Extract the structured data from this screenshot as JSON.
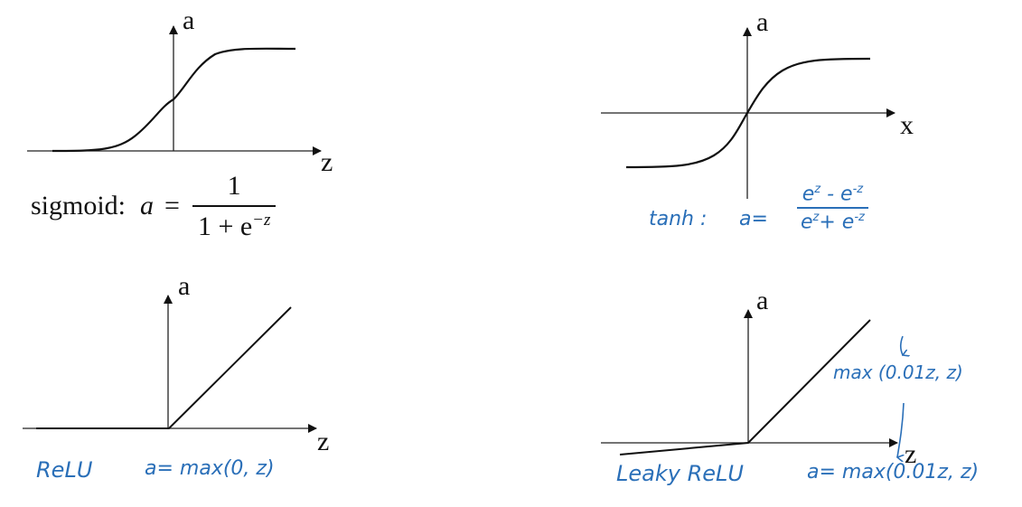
{
  "panels": {
    "sigmoid": {
      "y_label": "a",
      "x_label": "z",
      "formula_name": "sigmoid:",
      "formula_var": "a",
      "formula_eq": "=",
      "numerator": "1",
      "denominator_base": "1 + e",
      "denominator_exp": "−z"
    },
    "tanh": {
      "y_label": "a",
      "x_label": "x",
      "formula_name": "tanh :",
      "formula_lhs": "a=",
      "numerator": "eᵣ - e⁻ᶻ",
      "numerator_parts": [
        "e",
        "z",
        " - e",
        "-z"
      ],
      "denominator_parts": [
        "e",
        "z",
        "+ e",
        "-z"
      ]
    },
    "relu": {
      "y_label": "a",
      "x_label": "z",
      "name": "ReLU",
      "formula": "a= max(0, z)"
    },
    "leaky_relu": {
      "y_label": "a",
      "x_label": "z",
      "name": "Leaky  ReLU",
      "formula": "a= max(0.01z, z)",
      "annotation": "max (0.01z, z)"
    }
  },
  "colors": {
    "ink": "#111111",
    "handwriting": "#2a6fb8",
    "background": "#ffffff"
  },
  "chart_data": [
    {
      "type": "line",
      "title": "sigmoid: a = 1 / (1 + e^-z)",
      "xlabel": "z",
      "ylabel": "a",
      "x": [
        -6,
        -4,
        -2,
        -1,
        0,
        1,
        2,
        4,
        6
      ],
      "values": [
        0.0025,
        0.018,
        0.12,
        0.27,
        0.5,
        0.73,
        0.88,
        0.982,
        0.9975
      ],
      "ylim": [
        0,
        1
      ],
      "grid": false
    },
    {
      "type": "line",
      "title": "tanh: a = (e^z - e^-z) / (e^z + e^-z)",
      "xlabel": "x",
      "ylabel": "a",
      "x": [
        -3,
        -2,
        -1,
        0,
        1,
        2,
        3
      ],
      "values": [
        -0.995,
        -0.964,
        -0.762,
        0,
        0.762,
        0.964,
        0.995
      ],
      "ylim": [
        -1,
        1
      ],
      "grid": false
    },
    {
      "type": "line",
      "title": "ReLU a = max(0, z)",
      "xlabel": "z",
      "ylabel": "a",
      "x": [
        -1,
        0,
        1
      ],
      "values": [
        0,
        0,
        1
      ],
      "grid": false
    },
    {
      "type": "line",
      "title": "Leaky ReLU a = max(0.01z, z)",
      "xlabel": "z",
      "ylabel": "a",
      "x": [
        -1,
        0,
        1
      ],
      "values": [
        -0.01,
        0,
        1
      ],
      "annotations": [
        "max (0.01z, z)"
      ],
      "grid": false
    }
  ]
}
